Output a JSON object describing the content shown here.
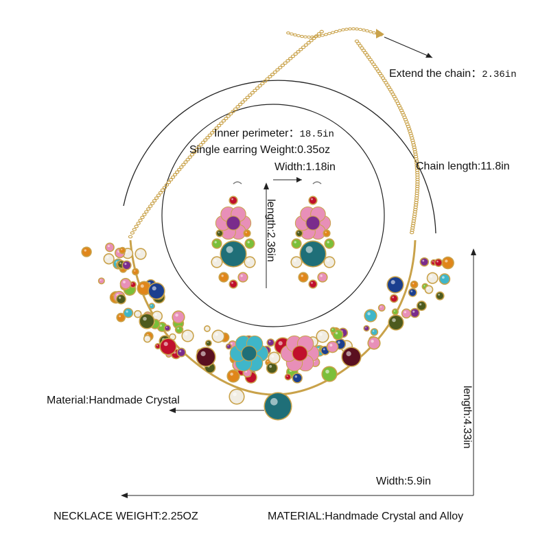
{
  "labels": {
    "extend_chain_label": "Extend the chain：",
    "extend_chain_value": "2.36in",
    "chain_length": "Chain length:11.8in",
    "inner_perimeter_label": "Inner perimeter：",
    "inner_perimeter_value": "18.5in",
    "earring_weight": "Single earring Weight:0.35oz",
    "earring_width": "Width:1.18in",
    "earring_length": "length:2.36in",
    "material_crystal": "Material:Handmade Crystal",
    "necklace_length": "length:4.33in",
    "necklace_width": "Width:5.9in",
    "necklace_weight": "NECKLACE WEIGHT:2.25OZ",
    "material_full": "MATERIAL:Handmade Crystal and Alloy"
  },
  "colors": {
    "gold": "#c9a24a",
    "crystal_blue": "#1b3f8f",
    "crystal_teal": "#1f6f78",
    "crystal_red": "#c0102c",
    "crystal_pink": "#e88fb8",
    "crystal_green": "#7bbf3a",
    "crystal_orange": "#e0861a",
    "crystal_purple": "#7a2c8c",
    "crystal_aqua": "#3fb6c9",
    "crystal_white": "#f1ede3",
    "crystal_olive": "#4d5a1e"
  }
}
